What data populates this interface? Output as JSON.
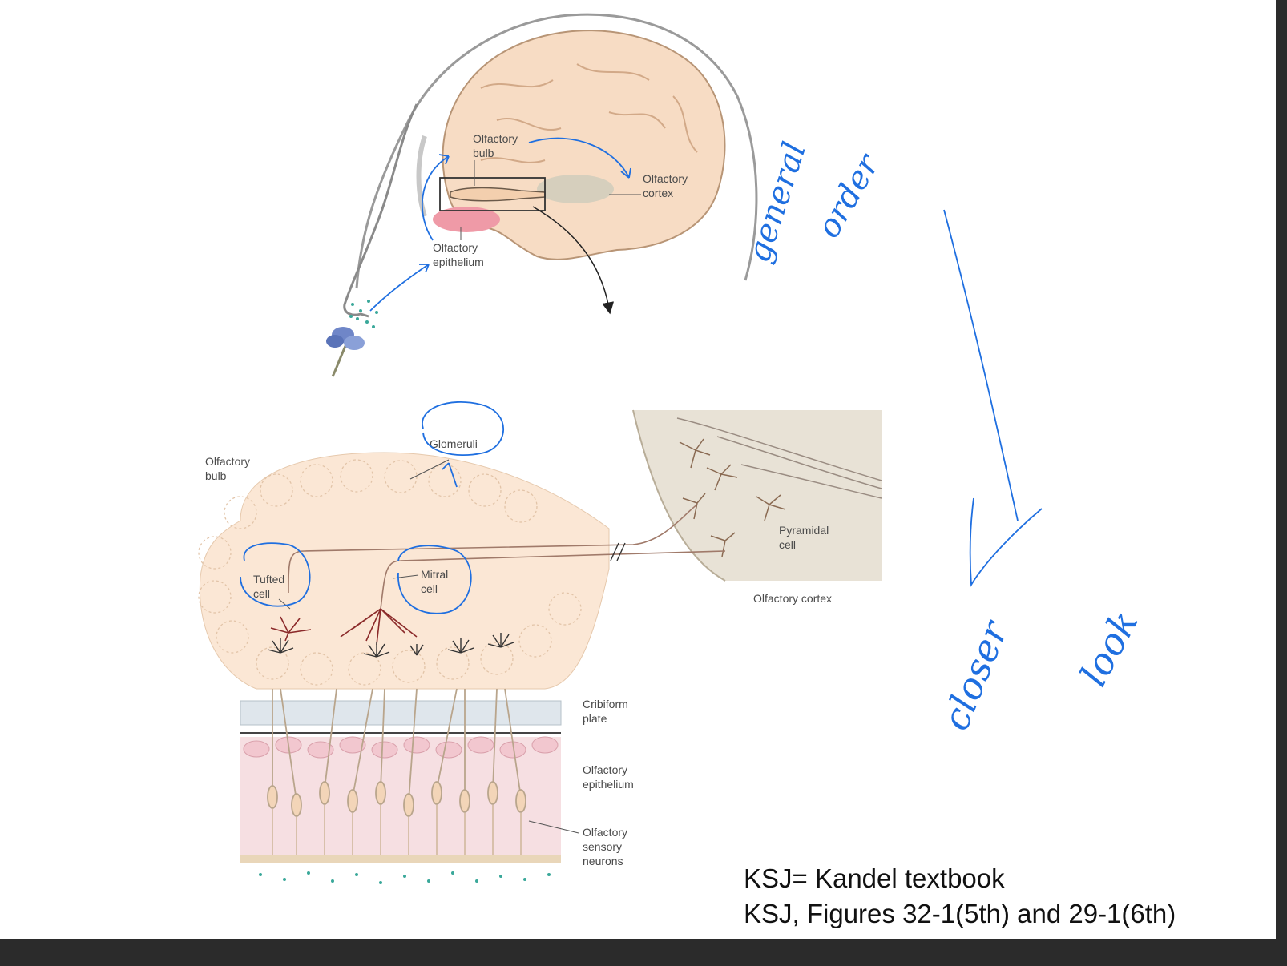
{
  "labels": {
    "head_bulb": [
      "Olfactory",
      "bulb"
    ],
    "head_cortex": [
      "Olfactory",
      "cortex"
    ],
    "head_epithelium": [
      "Olfactory",
      "epithelium"
    ],
    "glomeruli": "Glomeruli",
    "bulb": [
      "Olfactory",
      "bulb"
    ],
    "tufted": [
      "Tufted",
      "cell"
    ],
    "mitral": [
      "Mitral",
      "cell"
    ],
    "pyramidal": [
      "Pyramidal",
      "cell"
    ],
    "cortex": "Olfactory cortex",
    "cribiform": [
      "Cribiform",
      "plate"
    ],
    "epithelium": [
      "Olfactory",
      "epithelium"
    ],
    "sensory": [
      "Olfactory",
      "sensory",
      "neurons"
    ]
  },
  "handwriting": {
    "general": "general",
    "order": "order",
    "closer": "closer",
    "look": "look"
  },
  "caption": {
    "line1": "KSJ= Kandel textbook",
    "line2": "KSJ, Figures 32-1(5th) and 29-1(6th)"
  },
  "colors": {
    "ink": "#1f6fe0",
    "brain": "#f7dcc4",
    "bulb_fill": "#fbe7d5",
    "cortex_fill": "#e8e2d6",
    "epithelium": "#f6dfe2"
  }
}
